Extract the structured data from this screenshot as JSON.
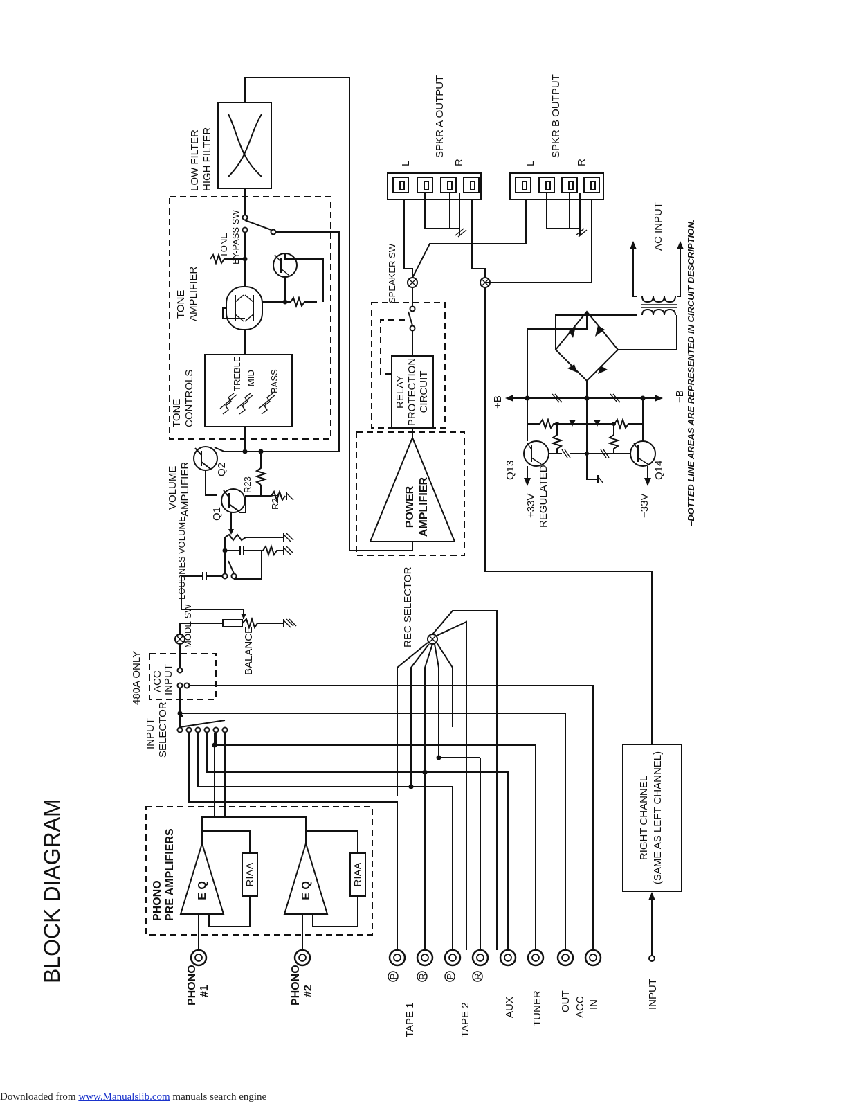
{
  "title": "BLOCK DIAGRAM",
  "labels": {
    "phono1": [
      "PHONO",
      "#1"
    ],
    "phono2": [
      "PHONO",
      "#2"
    ],
    "phono_pre": [
      "PHONO",
      "PRE AMPLIFIERS"
    ],
    "eq": "E Q",
    "riaa": "RIAA",
    "tape1": "TAPE 1",
    "tape2": "TAPE 2",
    "aux": "AUX",
    "tuner": "TUNER",
    "acc": [
      "OUT",
      "ACC",
      "IN"
    ],
    "p": "P",
    "r": "R",
    "input": "INPUT",
    "right_channel": [
      "RIGHT CHANNEL",
      "(SAME AS LEFT CHANNEL)"
    ],
    "input_selector": [
      "INPUT",
      "SELECTOR"
    ],
    "only_480a": "480A ONLY",
    "acc_input": [
      "ACC",
      "INPUT"
    ],
    "mode_sw": "MODE SW",
    "balance": "BALANCE",
    "rec_selector": "REC SELECTOR",
    "loudness": "LOUDNES",
    "volume": "VOLUME",
    "volume_amplifier": [
      "VOLUME",
      "AMPLIFIER"
    ],
    "q1": "Q1",
    "q2": "Q2",
    "r23": "R23",
    "r21": "R21",
    "tone_controls": [
      "TONE",
      "CONTROLS"
    ],
    "treble": "TREBLE",
    "mid": "MID",
    "bass": "BASS",
    "tone_amplifier": [
      "TONE",
      "AMPLIFIER"
    ],
    "tone_bypass": [
      "TONE",
      "BY-PASS SW"
    ],
    "low_high_filter": [
      "LOW   FILTER",
      "HIGH  FILTER"
    ],
    "power_amplifier": [
      "POWER",
      "AMPLIFIER"
    ],
    "relay": [
      "RELAY",
      "PROTECTION",
      "CIRCUIT"
    ],
    "speaker_sw": "SPEAKER SW",
    "spkr_a": "SPKR A OUTPUT",
    "spkr_b": "SPKR B OUTPUT",
    "l": "L",
    "r_out": "R",
    "plus_b": "+B",
    "minus_b": "−B",
    "q13": "Q13",
    "q14": "Q14",
    "reg_plus": [
      "+33V",
      "REGULATED"
    ],
    "reg_minus": "−33V",
    "ac_input": "AC INPUT",
    "note": "–DOTTED LINE AREAS ARE REPRESENTED IN CIRCUIT DESCRIPTION."
  },
  "footer": {
    "prefix": "Downloaded from ",
    "link": "www.Manualslib.com",
    "suffix": " manuals search engine"
  }
}
